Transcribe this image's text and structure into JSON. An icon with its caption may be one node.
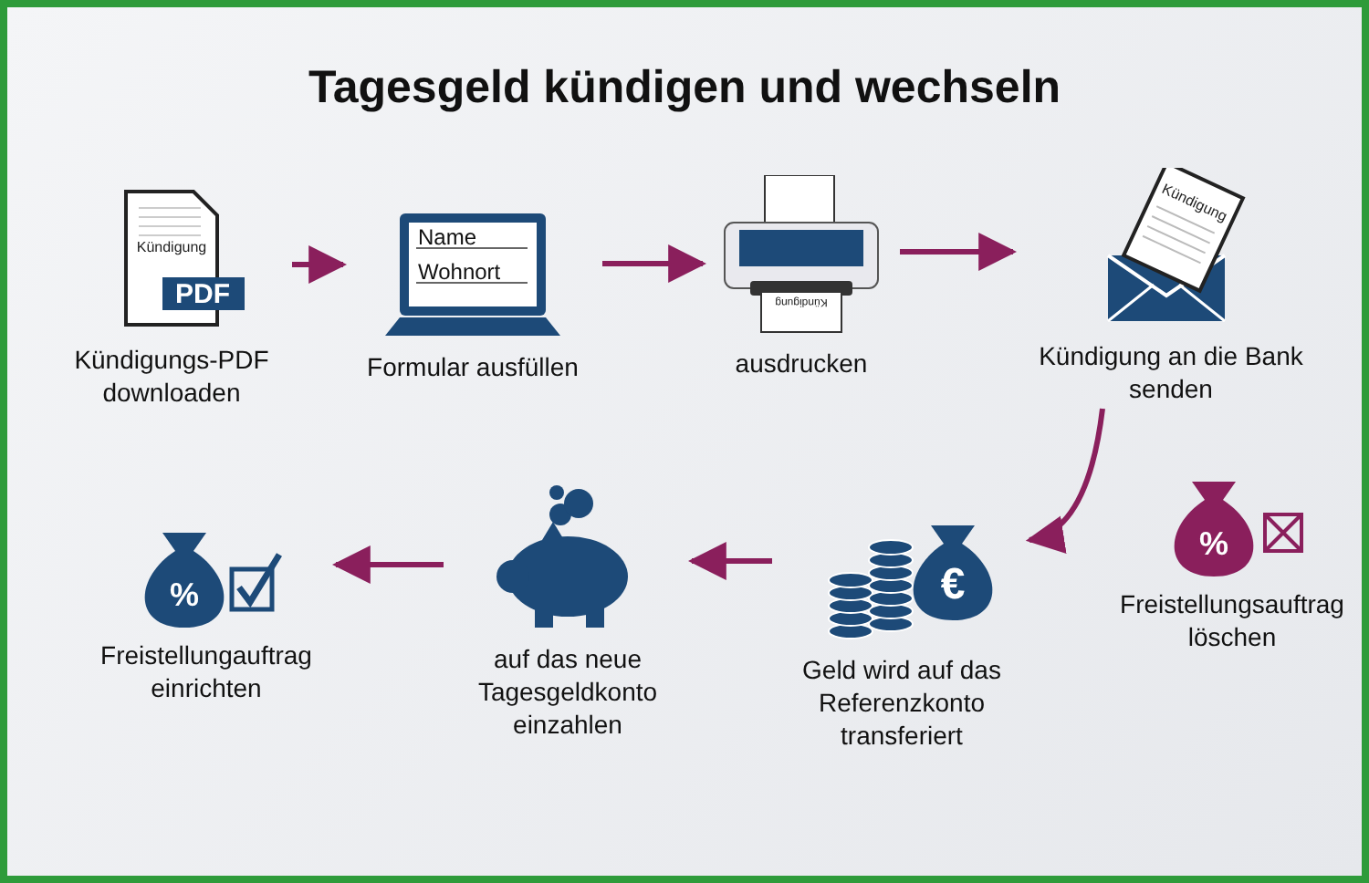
{
  "diagram": {
    "title": "Tagesgeld kündigen und wechseln",
    "nodes": [
      {
        "text": [
          "Kündigungs-PDF downloaden"
        ]
      },
      {
        "text": [
          "Formular ausfüllen"
        ]
      },
      {
        "text": [
          "ausdrucken"
        ]
      },
      {
        "text": [
          "Kündigung an die Bank senden"
        ]
      },
      {
        "text": [
          "Freistellungsauftrag löschen"
        ]
      },
      {
        "text": [
          "Freistellungauftrag einrichten"
        ]
      },
      {
        "text": [
          "auf das neue Tagesgeldkonto einzahlen"
        ]
      },
      {
        "text": [
          "Geld wird auf das Referenzkonto transferiert"
        ]
      }
    ],
    "edges": [
      {
        "from": 0,
        "to": 1,
        "arrow": "to"
      },
      {
        "from": 1,
        "to": 2,
        "arrow": "to"
      },
      {
        "from": 2,
        "to": 3,
        "arrow": "to"
      },
      {
        "from": 3,
        "to": 7,
        "arrow": "to"
      },
      {
        "from": 7,
        "to": 6,
        "arrow": "to"
      },
      {
        "from": 6,
        "to": 5,
        "arrow": "to"
      }
    ],
    "labels": [
      "Kündigung",
      "PDF",
      "Name",
      "Wohnort",
      "Kündigung",
      "Kündigung",
      "%",
      "%",
      "€"
    ]
  }
}
